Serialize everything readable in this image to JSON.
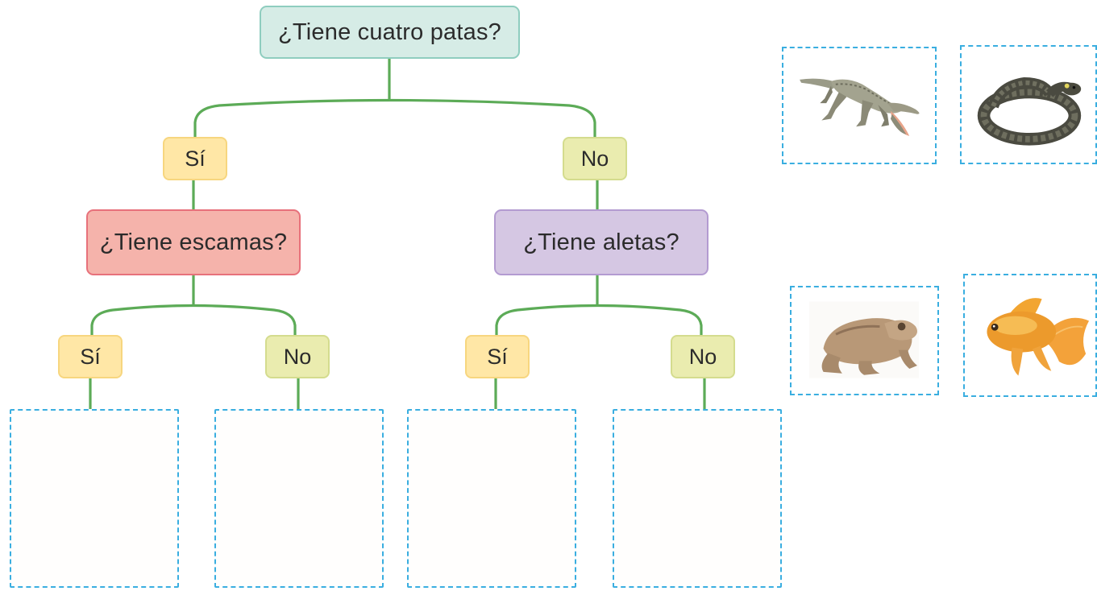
{
  "diagram": {
    "root_question": "¿Tiene cuatro patas?",
    "left_question": "¿Tiene escamas?",
    "right_question": "¿Tiene aletas?",
    "answers": {
      "root_yes": "Sí",
      "root_no": "No",
      "left_yes": "Sí",
      "left_no": "No",
      "right_yes": "Sí",
      "right_no": "No"
    }
  },
  "animal_cards": [
    {
      "animal": "crocodile"
    },
    {
      "animal": "snake"
    },
    {
      "animal": "frog"
    },
    {
      "animal": "goldfish"
    }
  ],
  "colors": {
    "connector": "#5cab57",
    "dashed_border": "#3aaee0",
    "root_fill": "#d6ece6",
    "scales_fill": "#f5b3ab",
    "fins_fill": "#d5c7e3",
    "yes_fill": "#ffe7a6",
    "no_fill": "#eaecaf"
  }
}
